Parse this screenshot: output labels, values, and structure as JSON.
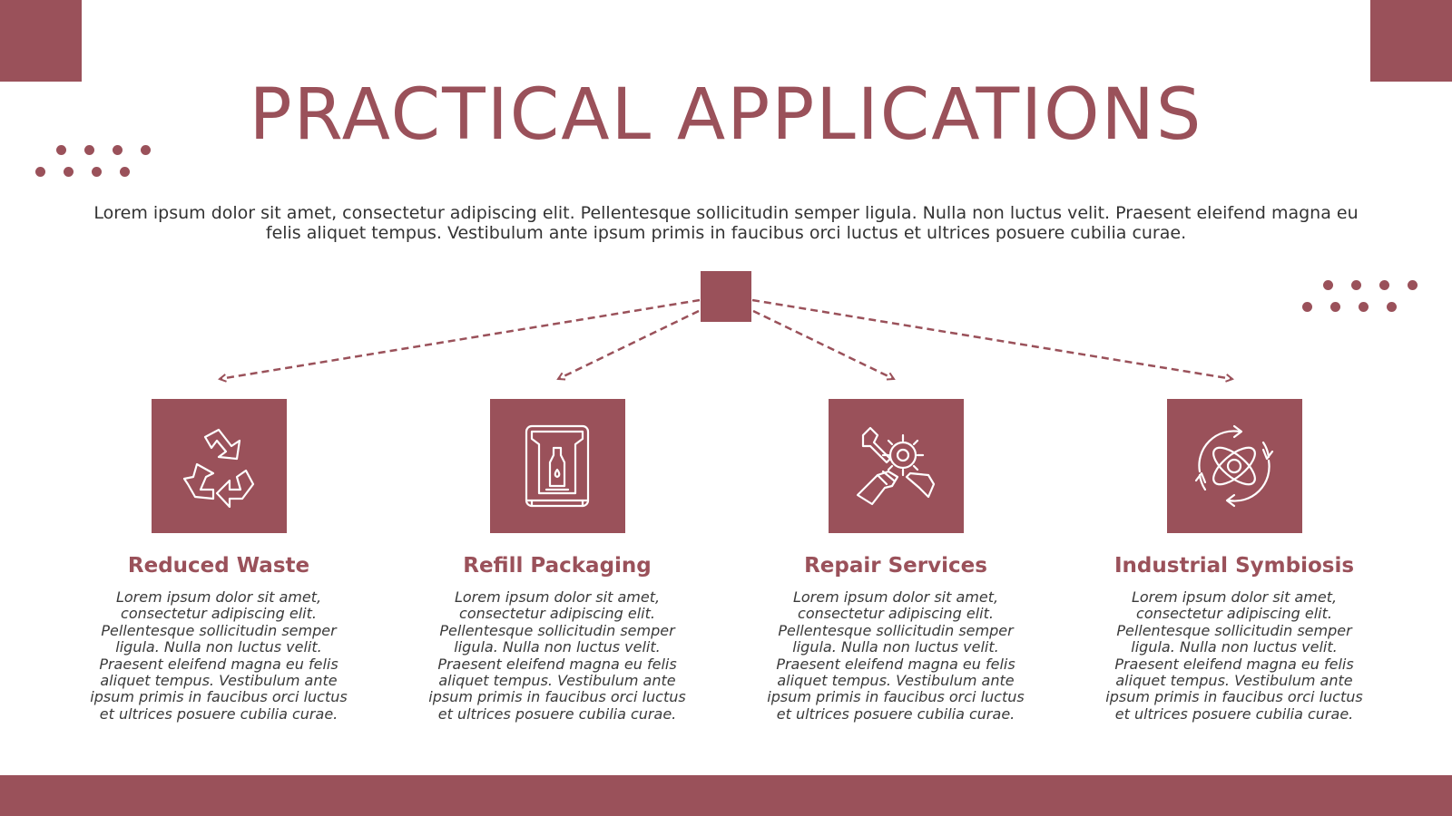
{
  "slide": {
    "title": "PRACTICAL APPLICATIONS",
    "intro": "Lorem ipsum dolor sit amet, consectetur adipiscing elit. Pellentesque sollicitudin semper ligula. Nulla non luctus velit. Praesent eleifend magna eu felis aliquet tempus. Vestibulum ante ipsum primis in faucibus orci luctus et ultrices posuere cubilia curae."
  },
  "colors": {
    "accent": "#9a515a",
    "text": "#3a3a3a",
    "background": "#ffffff"
  },
  "cards": [
    {
      "icon": "recycle-icon",
      "title": "Reduced Waste",
      "text": "Lorem ipsum dolor sit amet, consectetur adipiscing elit. Pellentesque sollicitudin semper ligula. Nulla non luctus velit. Praesent eleifend magna eu felis aliquet tempus. Vestibulum ante ipsum primis in faucibus orci luctus et ultrices posuere cubilia curae."
    },
    {
      "icon": "refill-station-icon",
      "title": "Refill Packaging",
      "text": "Lorem ipsum dolor sit amet, consectetur adipiscing elit. Pellentesque sollicitudin semper ligula. Nulla non luctus velit. Praesent eleifend magna eu felis aliquet tempus. Vestibulum ante ipsum primis in faucibus orci luctus et ultrices posuere cubilia curae."
    },
    {
      "icon": "repair-tools-icon",
      "title": "Repair Services",
      "text": "Lorem ipsum dolor sit amet, consectetur adipiscing elit. Pellentesque sollicitudin semper ligula. Nulla non luctus velit. Praesent eleifend magna eu felis aliquet tempus. Vestibulum ante ipsum primis in faucibus orci luctus et ultrices posuere cubilia curae."
    },
    {
      "icon": "atom-cycle-icon",
      "title": "Industrial Symbiosis",
      "text": "Lorem ipsum dolor sit amet, consectetur adipiscing elit. Pellentesque sollicitudin semper ligula. Nulla non luctus velit. Praesent eleifend magna eu felis aliquet tempus. Vestibulum ante ipsum primis in faucibus orci luctus et ultrices posuere cubilia curae."
    }
  ]
}
